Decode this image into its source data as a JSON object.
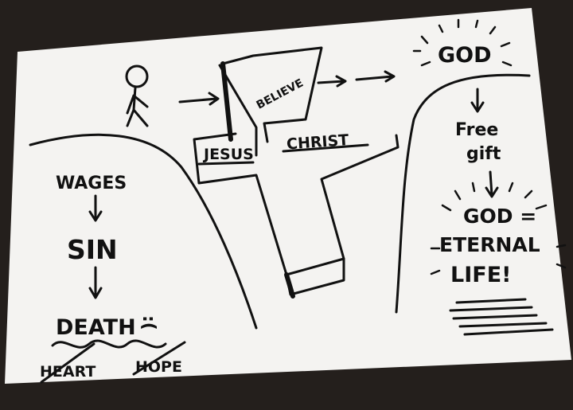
{
  "diagram": {
    "left_cliff": {
      "wages": "WAGES",
      "sin": "SIN",
      "death": "DEATH",
      "frown": ":(",
      "crossed_out": [
        "HEART",
        "HOPE"
      ]
    },
    "bridge": {
      "believe": "BELIEVE",
      "jesus": "JESUS",
      "christ": "CHRIST"
    },
    "right_cliff": {
      "god_top": "GOD",
      "free": "Free",
      "gift": "gift",
      "god": "GOD =",
      "eternal": "ETERNAL",
      "life": "LIFE!"
    }
  }
}
